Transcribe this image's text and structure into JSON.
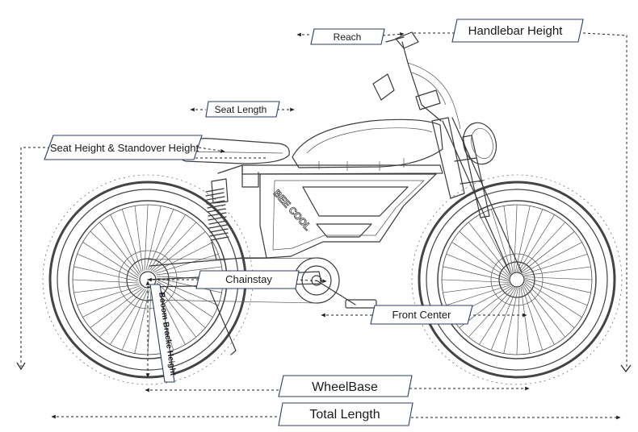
{
  "labels": {
    "handlebar_height": "Handlebar Height",
    "reach": "Reach",
    "seat_length": "Seat Length",
    "seat_standover": "Seat Height & Standover Height",
    "chainstay": "Chainstay",
    "bottom_bracket": "Booom Bracke Height",
    "front_center": "Front Center",
    "wheelbase": "WheelBase",
    "total_length": "Total Length"
  },
  "bike_text": {
    "frame_brand": "BEE COOL"
  }
}
